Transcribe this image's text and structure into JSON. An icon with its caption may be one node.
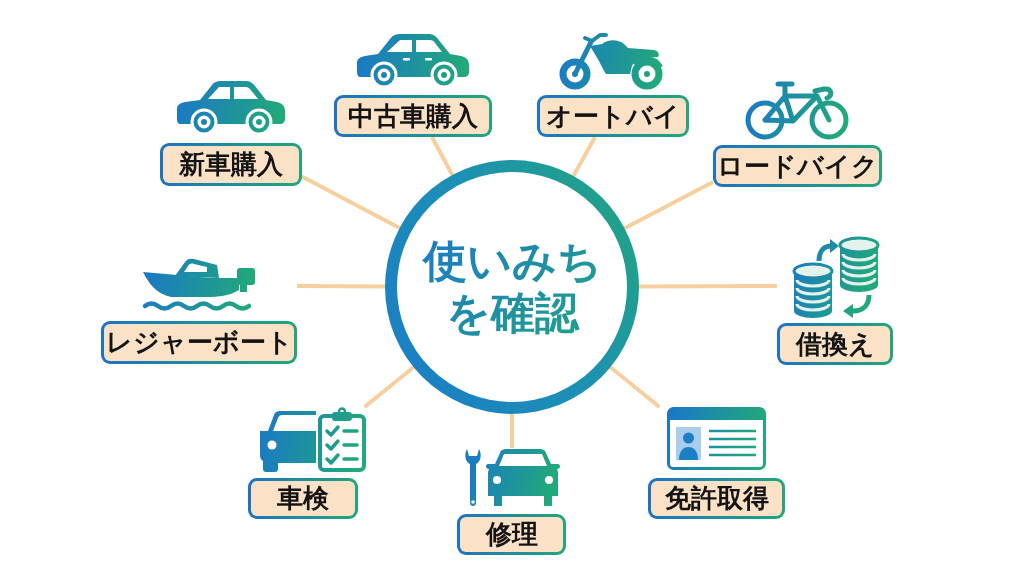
{
  "diagram": {
    "nodes": [
      {
        "text": [
          "使いみちを確認"
        ]
      },
      {
        "text": [
          "新車購入"
        ]
      },
      {
        "text": [
          "中古車購入"
        ]
      },
      {
        "text": [
          "オートバイ"
        ]
      },
      {
        "text": [
          "ロードバイク"
        ]
      },
      {
        "text": [
          "借換え"
        ]
      },
      {
        "text": [
          "免許取得"
        ]
      },
      {
        "text": [
          "修理"
        ]
      },
      {
        "text": [
          "車検"
        ]
      },
      {
        "text": [
          "レジャーボート"
        ]
      }
    ],
    "edges": [
      {
        "from": 0,
        "to": 1,
        "arrow": "none"
      },
      {
        "from": 0,
        "to": 2,
        "arrow": "none"
      },
      {
        "from": 0,
        "to": 3,
        "arrow": "none"
      },
      {
        "from": 0,
        "to": 4,
        "arrow": "none"
      },
      {
        "from": 0,
        "to": 5,
        "arrow": "none"
      },
      {
        "from": 0,
        "to": 6,
        "arrow": "none"
      },
      {
        "from": 0,
        "to": 7,
        "arrow": "none"
      },
      {
        "from": 0,
        "to": 8,
        "arrow": "none"
      },
      {
        "from": 0,
        "to": 9,
        "arrow": "none"
      }
    ]
  }
}
